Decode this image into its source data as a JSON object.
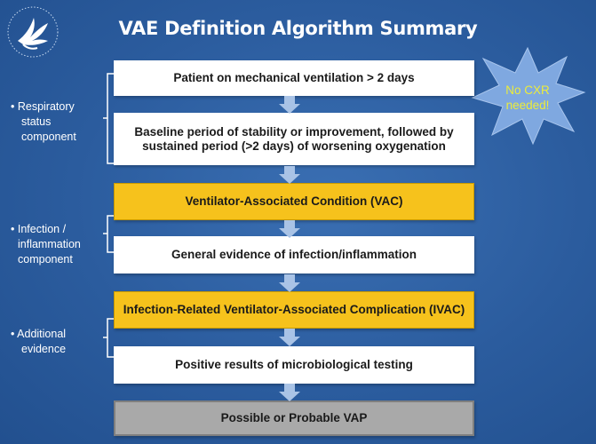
{
  "title": "VAE Definition Algorithm Summary",
  "boxes": [
    {
      "id": "mechanical-ventilation",
      "text": "Patient on mechanical ventilation > 2 days",
      "style": "white"
    },
    {
      "id": "baseline-period",
      "text": "Baseline period of stability or improvement, followed by sustained period (>2 days) of worsening oxygenation",
      "style": "white"
    },
    {
      "id": "vac",
      "text": "Ventilator-Associated Condition (VAC)",
      "style": "yellow"
    },
    {
      "id": "infection-evidence",
      "text": "General evidence of infection/inflammation",
      "style": "white"
    },
    {
      "id": "ivac",
      "text": "Infection-Related Ventilator-Associated Complication (IVAC)",
      "style": "yellow"
    },
    {
      "id": "microbiological-testing",
      "text": "Positive results of microbiological testing",
      "style": "white"
    },
    {
      "id": "vap",
      "text": "Possible or Probable VAP",
      "style": "grey"
    }
  ],
  "side_labels": [
    {
      "id": "respiratory",
      "lines": [
        "• Respiratory",
        "status",
        "component"
      ]
    },
    {
      "id": "infection",
      "lines": [
        "• Infection /",
        "inflammation",
        "component"
      ]
    },
    {
      "id": "additional",
      "lines": [
        "• Additional",
        "evidence"
      ]
    }
  ],
  "callout": {
    "lines": [
      "No CXR",
      "needed!"
    ]
  },
  "colors": {
    "background": "#2b5c9e",
    "box_white": "#ffffff",
    "box_yellow": "#f6c21c",
    "box_grey": "#a9a9a9",
    "arrow": "#a9c3e6",
    "star": "#7fa8e0",
    "callout_text": "#ecec3a"
  }
}
